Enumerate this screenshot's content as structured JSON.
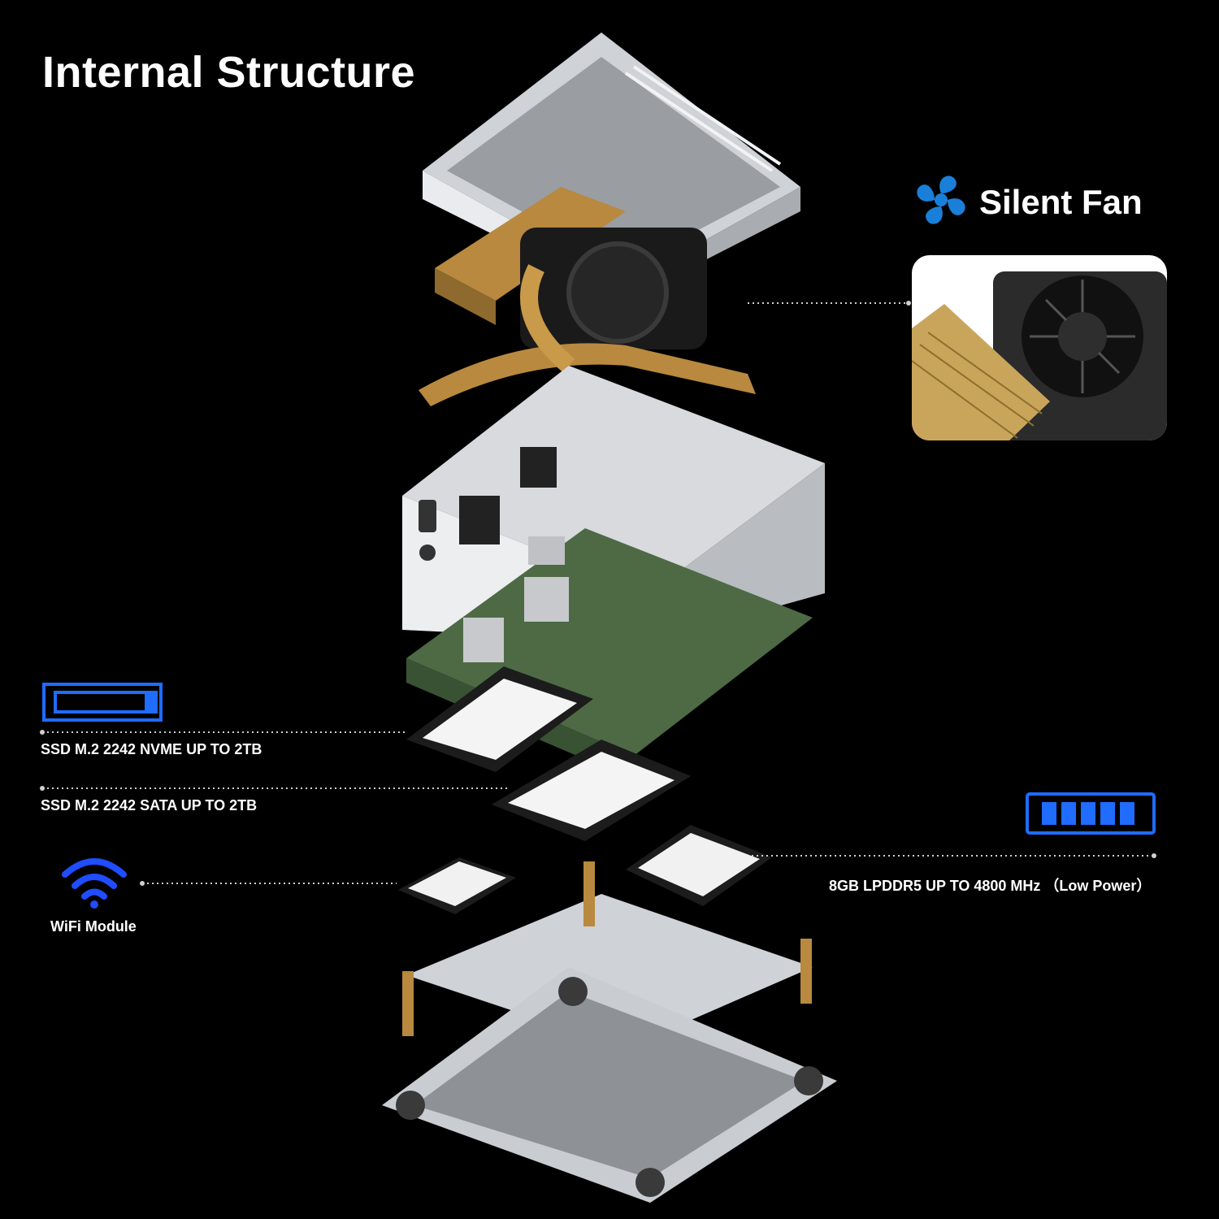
{
  "title": "Internal Structure",
  "callouts": {
    "fan": {
      "label": "Silent Fan",
      "icon": "fan-icon"
    },
    "ssd_nvme": {
      "label": "SSD M.2 2242 NVME UP TO 2TB",
      "icon": "ssd-card-icon"
    },
    "ssd_sata": {
      "label": "SSD M.2 2242 SATA UP TO 2TB"
    },
    "wifi": {
      "label": "WiFi Module",
      "icon": "wifi-icon"
    },
    "memory": {
      "label": "8GB LPDDR5   UP TO 4800 MHz  （Low Power）",
      "icon": "memory-icon"
    }
  },
  "colors": {
    "background": "#000000",
    "accent_blue": "#1f6cff",
    "fan_blue": "#1a7fd9",
    "copper": "#b8893e",
    "silver": "#d8dadd",
    "pcb_green": "#4d6a45"
  }
}
